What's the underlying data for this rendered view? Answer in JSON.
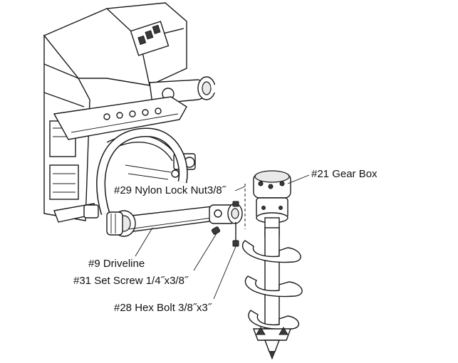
{
  "callouts": {
    "gear_box": "#21 Gear Box",
    "nylon_lock_nut": "#29 Nylon Lock Nut3/8˝",
    "driveline": "#9 Driveline",
    "set_screw": "#31 Set Screw 1/4˝x3/8˝",
    "hex_bolt": "#28 Hex Bolt 3/8˝x3˝"
  }
}
